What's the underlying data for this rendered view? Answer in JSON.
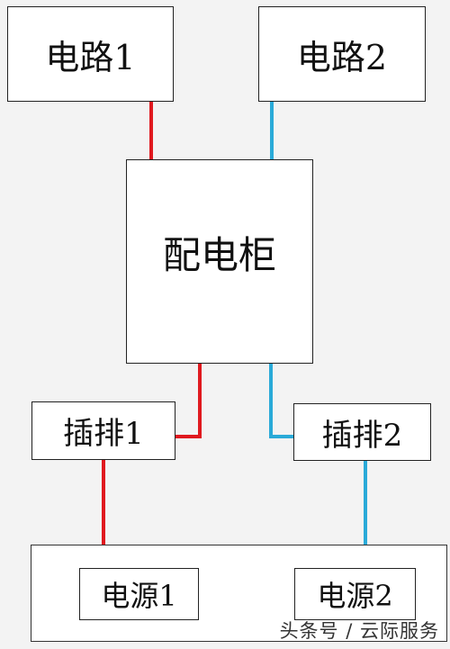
{
  "nodes": {
    "circuit1": {
      "label": "电路1"
    },
    "circuit2": {
      "label": "电路2"
    },
    "cabinet": {
      "label": "配电柜"
    },
    "strip1": {
      "label": "插排1"
    },
    "strip2": {
      "label": "插排2"
    },
    "source1": {
      "label": "电源1"
    },
    "source2": {
      "label": "电源2"
    }
  },
  "colors": {
    "path1": "#e0191f",
    "path2": "#2aaad8"
  },
  "watermark": "头条号 / 云际服务"
}
